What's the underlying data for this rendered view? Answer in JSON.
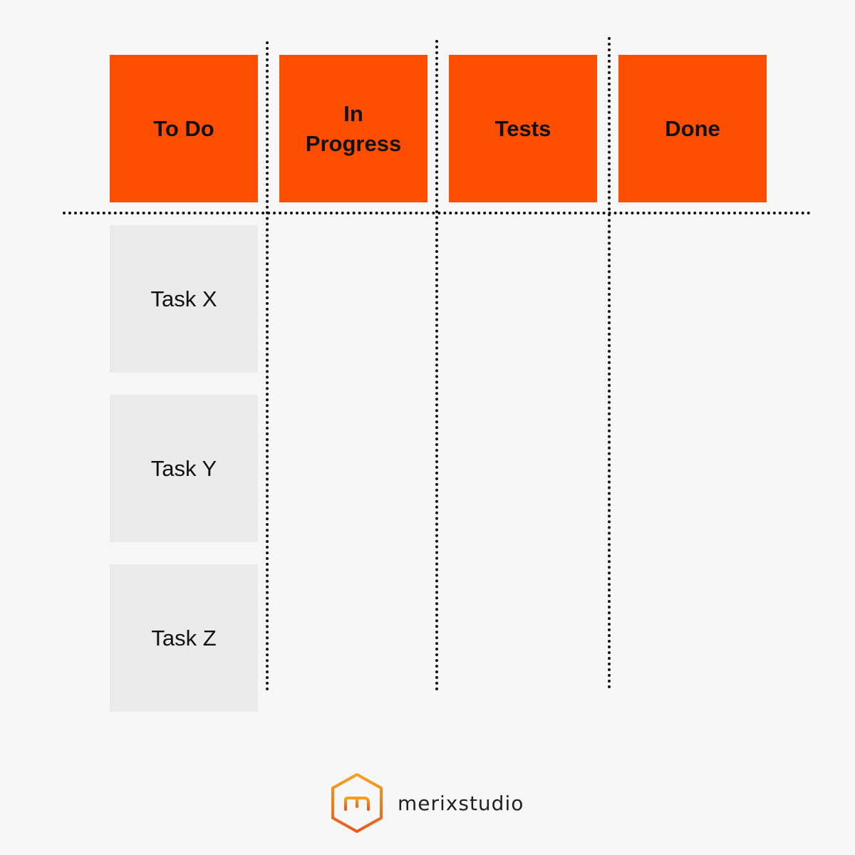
{
  "colors": {
    "header_card": "#ff4e00",
    "task_card": "#ebebeb",
    "background": "#f7f7f7",
    "brand_orange": "#f07d1c"
  },
  "columns": [
    {
      "label": "To Do"
    },
    {
      "label_line1": "In",
      "label_line2": "Progress"
    },
    {
      "label": "Tests"
    },
    {
      "label": "Done"
    }
  ],
  "tasks": [
    {
      "label": "Task X"
    },
    {
      "label": "Task Y"
    },
    {
      "label": "Task Z"
    }
  ],
  "logo": {
    "text": "merixstudio",
    "icon": "merixstudio-hexagon-icon"
  }
}
